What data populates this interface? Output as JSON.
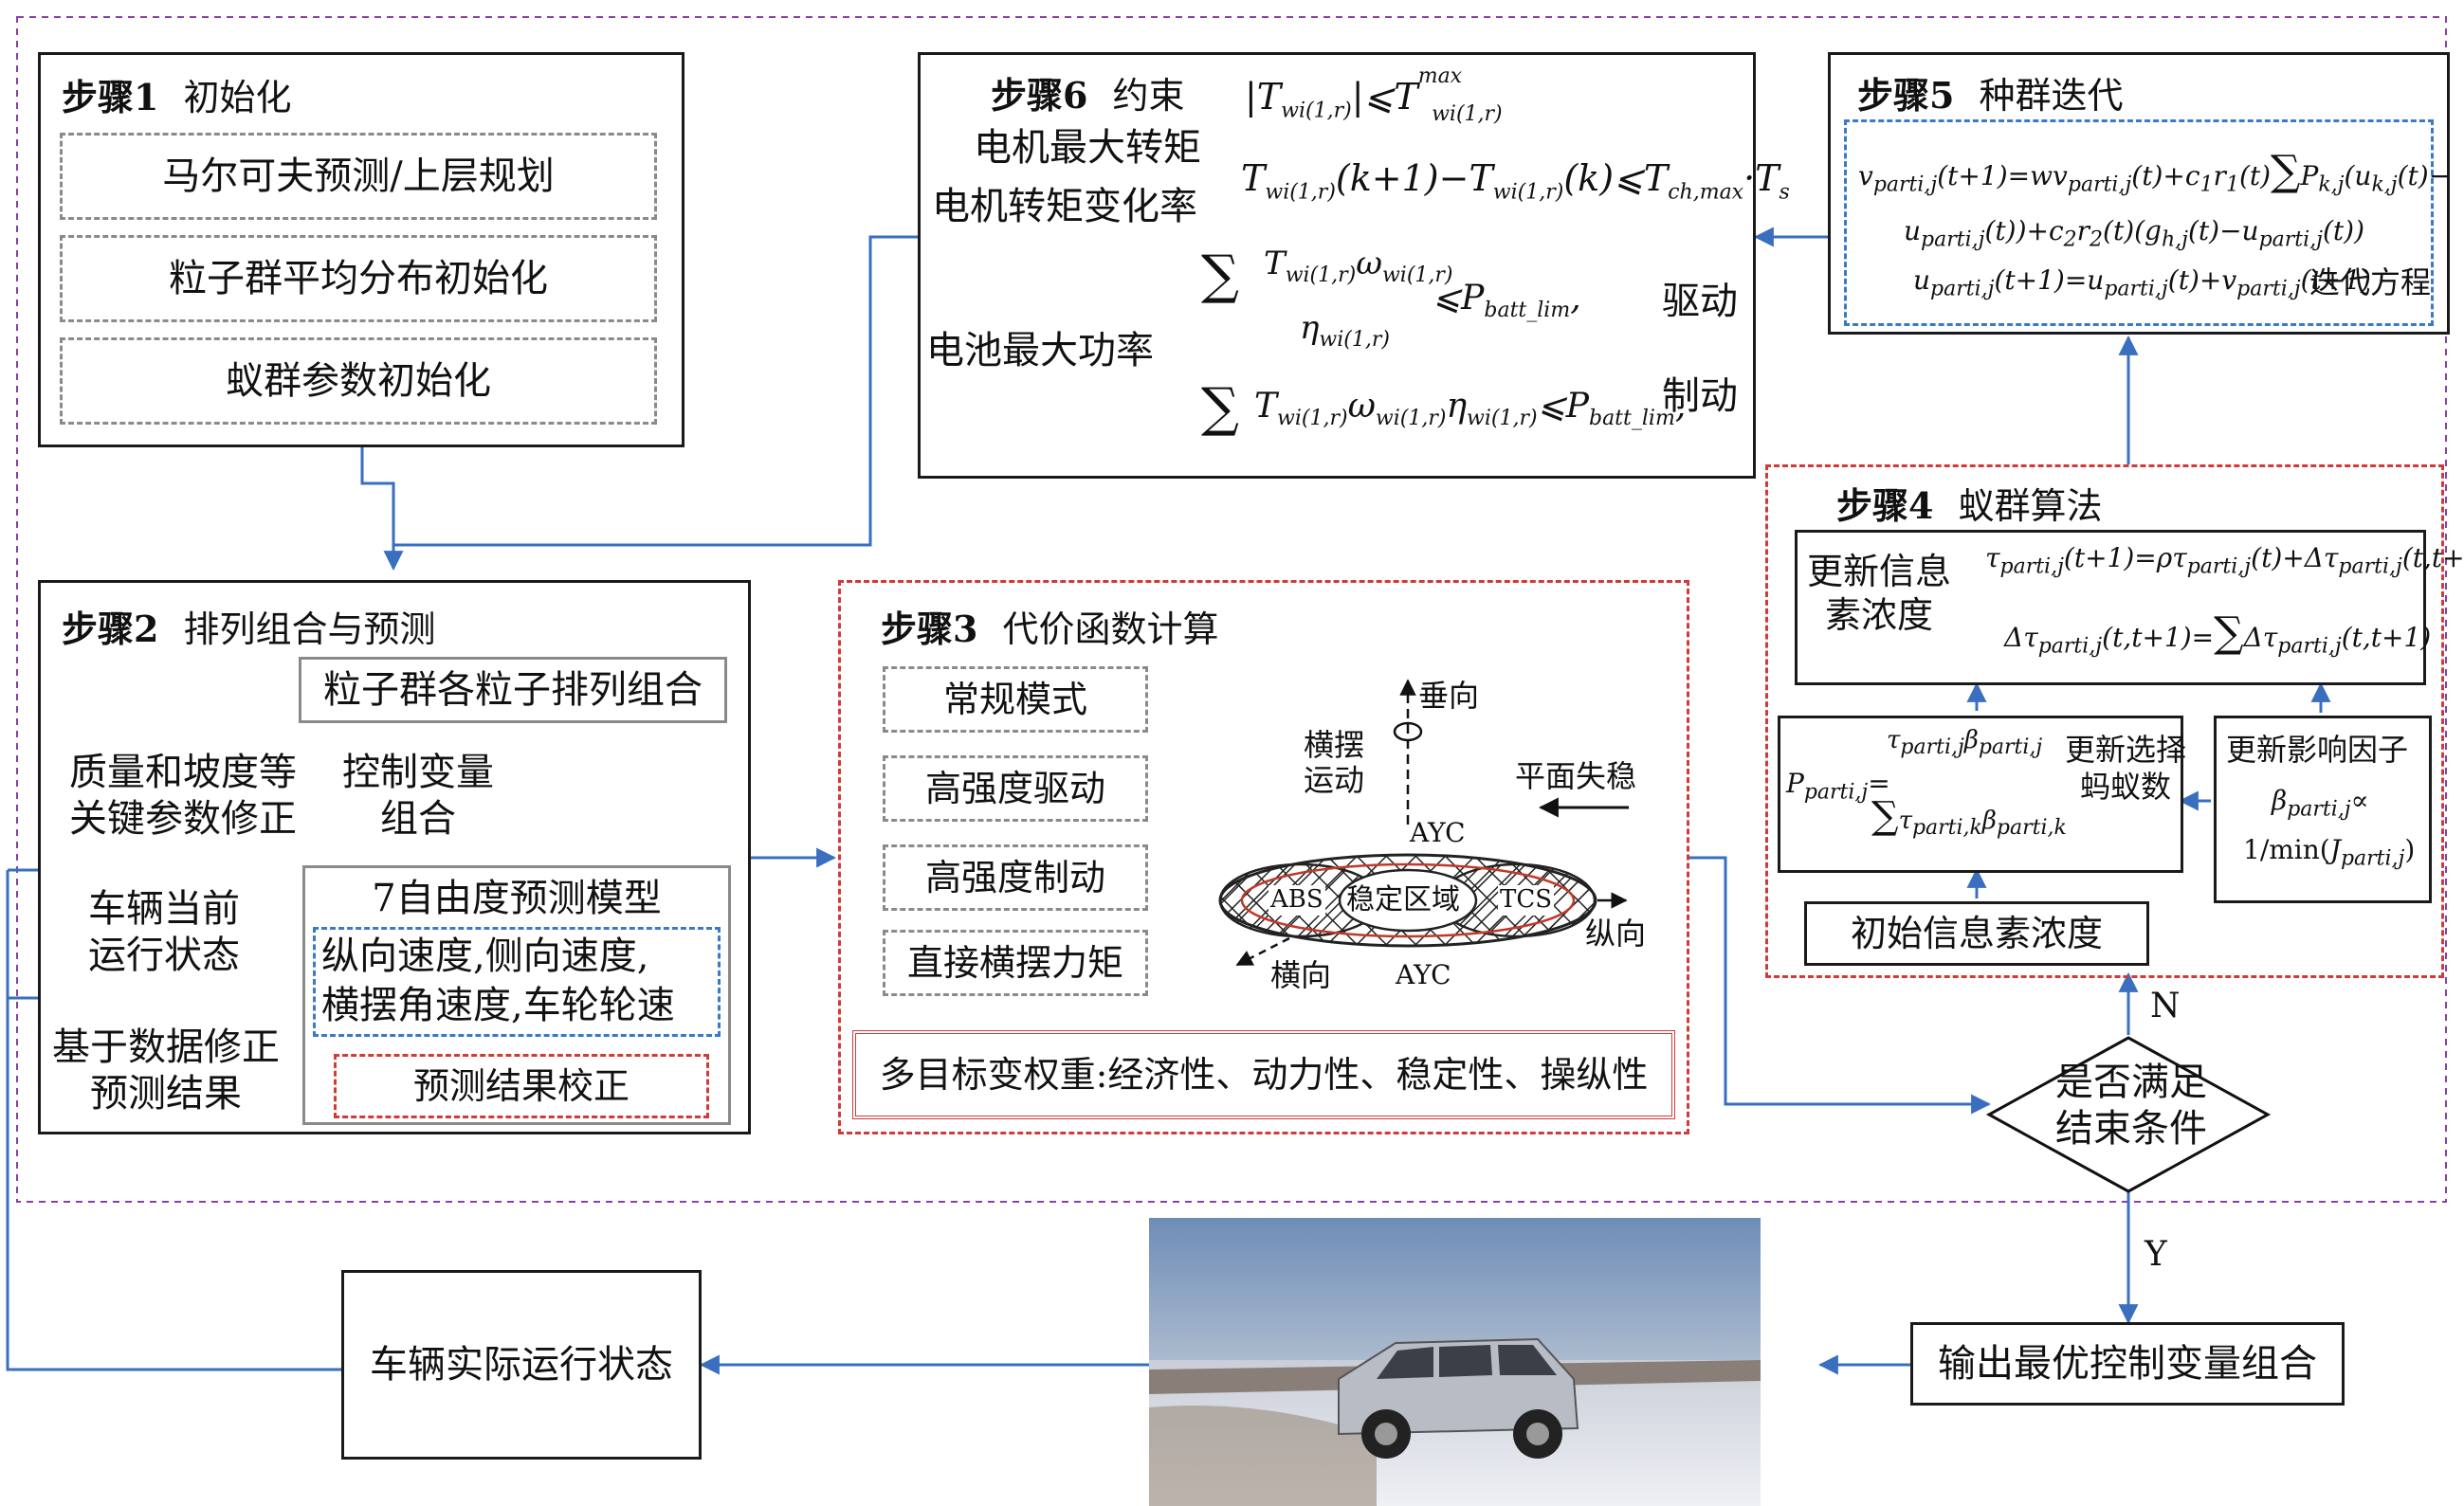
{
  "step1": {
    "title_num": "步骤1",
    "title_text": "初始化",
    "items": [
      "马尔可夫预测/上层规划",
      "粒子群平均分布初始化",
      "蚁群参数初始化"
    ]
  },
  "step2": {
    "title_num": "步骤2",
    "title_text": "排列组合与预测",
    "particle_combo": "粒子群各粒子排列组合",
    "param_fix": [
      "质量和坡度等",
      "关键参数修正"
    ],
    "control_combo": [
      "控制变量",
      "组合"
    ],
    "current_state": [
      "车辆当前",
      "运行状态"
    ],
    "data_fix": [
      "基于数据修正",
      "预测结果"
    ],
    "model_title": "7自由度预测模型",
    "model_vars": [
      "纵向速度,侧向速度,",
      "横摆角速度,车轮轮速"
    ],
    "result_fix": "预测结果校正"
  },
  "step3": {
    "title_num": "步骤3",
    "title_text": "代价函数计算",
    "modes": [
      "常规模式",
      "高强度驱动",
      "高强度制动",
      "直接横摆力矩"
    ],
    "diagram": {
      "vertical": "垂向",
      "yaw": [
        "横摆",
        "运动"
      ],
      "plane_instability": "平面失稳",
      "ayc_top": "AYC",
      "ayc_bottom": "AYC",
      "abs": "ABS",
      "stable": "稳定区域",
      "tcs": "TCS",
      "longitudinal": "纵向",
      "lateral": "横向"
    },
    "weights": "多目标变权重:经济性、动力性、稳定性、操纵性"
  },
  "step4": {
    "title_num": "步骤4",
    "title_text": "蚁群算法",
    "update_pheromone": [
      "更新信息",
      "素浓度"
    ],
    "update_select": [
      "更新选择",
      "蚂蚁数"
    ],
    "update_factor": "更新影响因子",
    "init_pheromone": "初始信息素浓度"
  },
  "step5": {
    "title_num": "步骤5",
    "title_text": "种群迭代",
    "iter_label": "迭代方程"
  },
  "step6": {
    "title_num": "步骤6",
    "title_text": "约束",
    "labels": [
      "电机最大转矩",
      "电机转矩变化率",
      "电池最大功率"
    ],
    "drive": "驱动",
    "brake": "制动"
  },
  "decision": {
    "text": [
      "是否满足",
      "结束条件"
    ],
    "no": "N",
    "yes": "Y"
  },
  "output": "输出最优控制变量组合",
  "actual_state": "车辆实际运行状态",
  "colors": {
    "arrow": "#3a6fc0",
    "red_dash": "#d23a3a",
    "blue_dash": "#3a78c8",
    "outer_purple": "#8a3fa8"
  }
}
